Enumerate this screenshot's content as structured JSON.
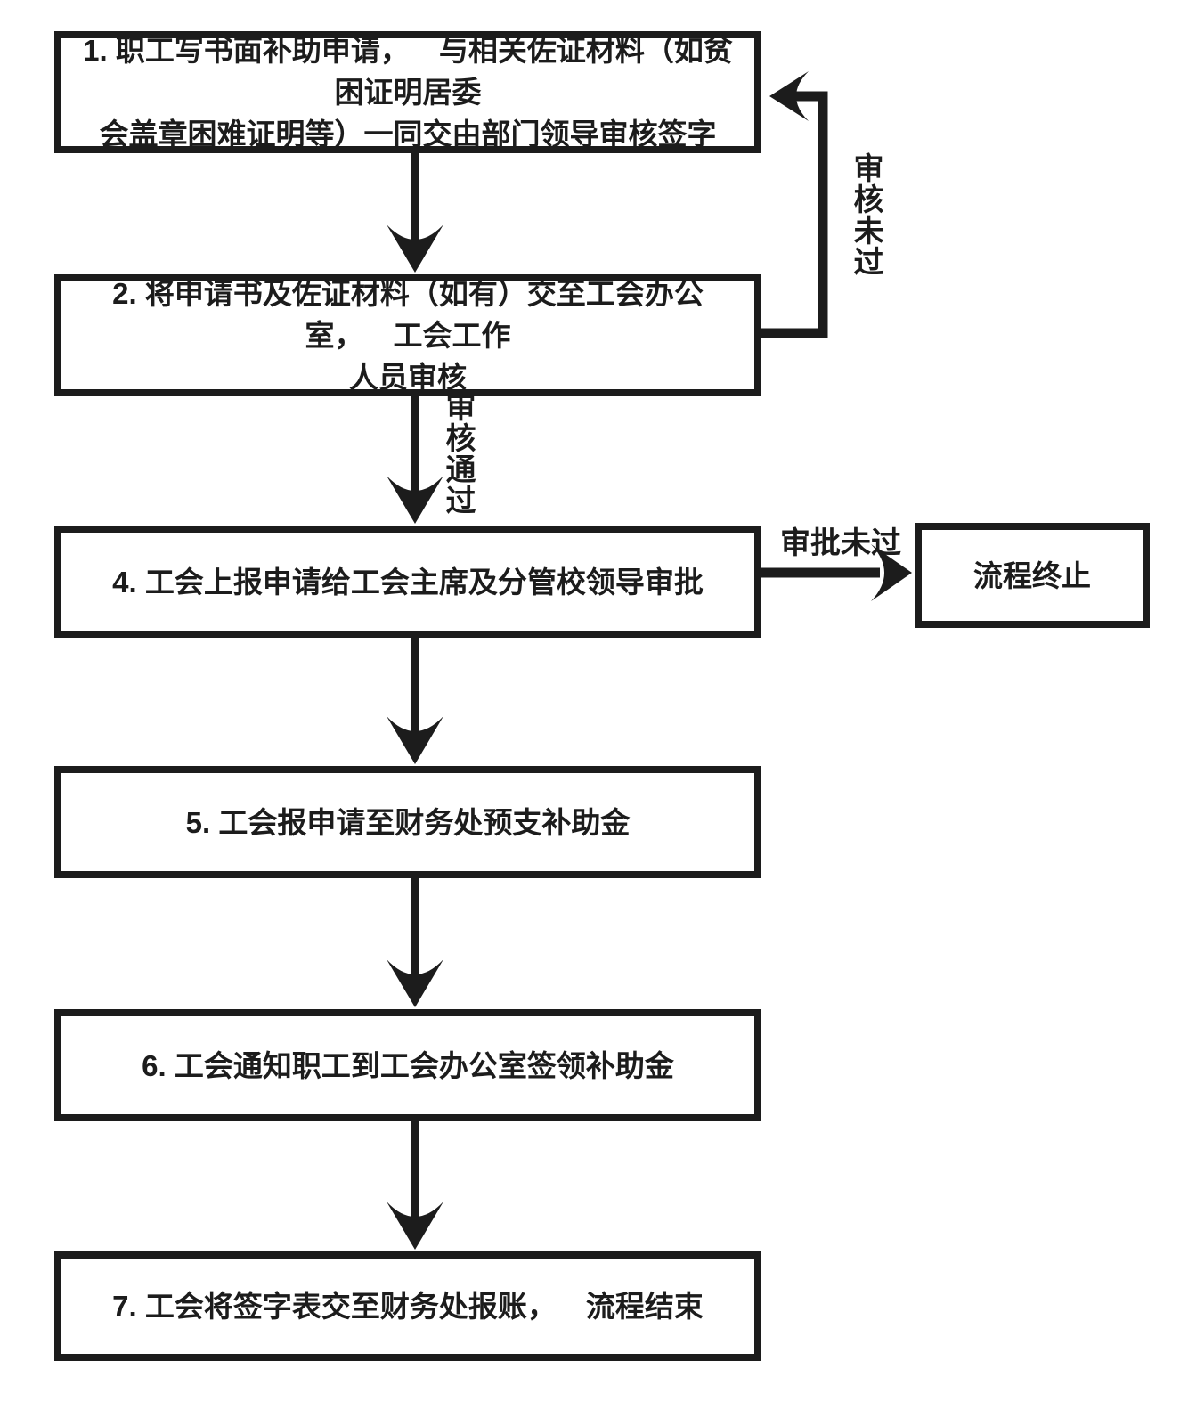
{
  "diagram": {
    "background_color": "#ffffff",
    "line_color": "#1c1c1c",
    "boxes": [
      {
        "id": "step1",
        "lines": [
          "1. 职工写书面补助申请， 与相关佐证材料（如贫困证明居委",
          "会盖章困难证明等）一同交由部门领导审核签字"
        ]
      },
      {
        "id": "step2",
        "lines": [
          "2. 将申请书及佐证材料（如有）交至工会办公室， 工会工作",
          "人员审核"
        ]
      },
      {
        "id": "step4",
        "lines": [
          "4. 工会上报申请给工会主席及分管校领导审批"
        ]
      },
      {
        "id": "terminate",
        "lines": [
          "流程终止"
        ]
      },
      {
        "id": "step5",
        "lines": [
          "5. 工会报申请至财务处预支补助金"
        ]
      },
      {
        "id": "step6",
        "lines": [
          "6. 工会通知职工到工会办公室签领补助金"
        ]
      },
      {
        "id": "step7",
        "lines": [
          "7. 工会将签字表交至财务处报账， 流程结束"
        ]
      }
    ],
    "labels": {
      "review_failed": "审核未过",
      "review_passed": "审核通过",
      "approval_failed": "审批未过"
    }
  }
}
